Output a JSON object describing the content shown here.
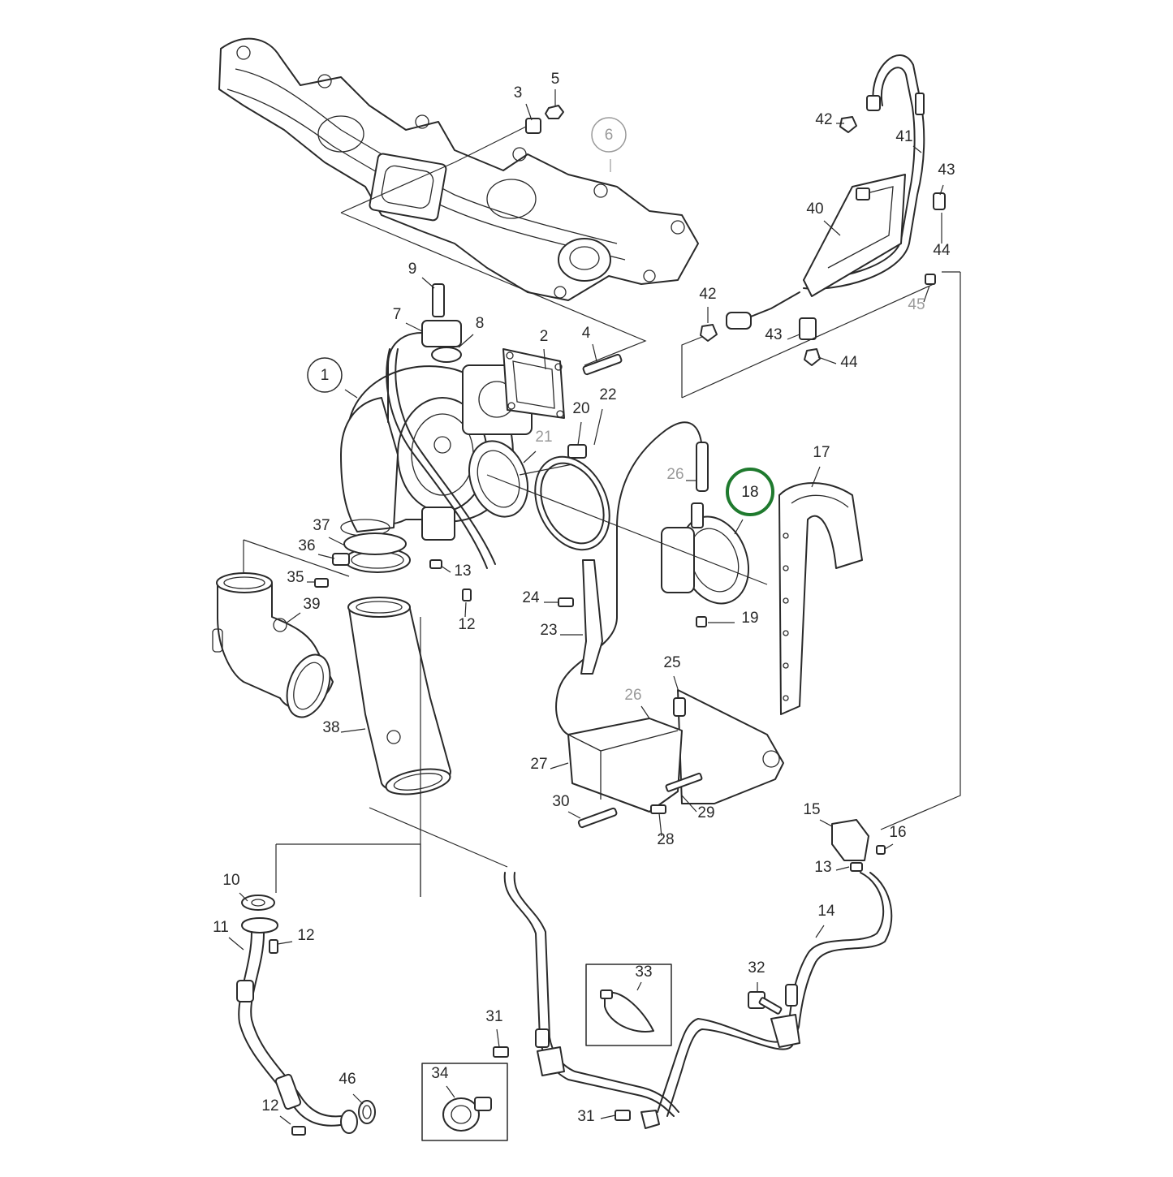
{
  "diagram": {
    "labels": [
      {
        "id": "l1",
        "text": "1",
        "circled": true
      },
      {
        "id": "l2",
        "text": "2"
      },
      {
        "id": "l3",
        "text": "3"
      },
      {
        "id": "l4",
        "text": "4"
      },
      {
        "id": "l5",
        "text": "5"
      },
      {
        "id": "l6",
        "text": "6",
        "circled": true,
        "muted": true
      },
      {
        "id": "l7",
        "text": "7"
      },
      {
        "id": "l8",
        "text": "8"
      },
      {
        "id": "l9",
        "text": "9"
      },
      {
        "id": "l10",
        "text": "10"
      },
      {
        "id": "l11",
        "text": "11"
      },
      {
        "id": "l12a",
        "text": "12"
      },
      {
        "id": "l12b",
        "text": "12"
      },
      {
        "id": "l12c",
        "text": "12"
      },
      {
        "id": "l13a",
        "text": "13"
      },
      {
        "id": "l13b",
        "text": "13"
      },
      {
        "id": "l14",
        "text": "14"
      },
      {
        "id": "l15",
        "text": "15"
      },
      {
        "id": "l16",
        "text": "16"
      },
      {
        "id": "l17",
        "text": "17"
      },
      {
        "id": "l18",
        "text": "18",
        "circled": true,
        "highlight": true
      },
      {
        "id": "l19",
        "text": "19"
      },
      {
        "id": "l20",
        "text": "20"
      },
      {
        "id": "l21",
        "text": "21",
        "muted": true
      },
      {
        "id": "l22",
        "text": "22"
      },
      {
        "id": "l23",
        "text": "23"
      },
      {
        "id": "l24",
        "text": "24"
      },
      {
        "id": "l25",
        "text": "25"
      },
      {
        "id": "l26a",
        "text": "26",
        "muted": true
      },
      {
        "id": "l26b",
        "text": "26",
        "muted": true
      },
      {
        "id": "l27",
        "text": "27"
      },
      {
        "id": "l28",
        "text": "28"
      },
      {
        "id": "l29",
        "text": "29"
      },
      {
        "id": "l30",
        "text": "30"
      },
      {
        "id": "l31a",
        "text": "31"
      },
      {
        "id": "l31b",
        "text": "31"
      },
      {
        "id": "l32",
        "text": "32"
      },
      {
        "id": "l33",
        "text": "33"
      },
      {
        "id": "l34",
        "text": "34"
      },
      {
        "id": "l35",
        "text": "35"
      },
      {
        "id": "l36",
        "text": "36"
      },
      {
        "id": "l37",
        "text": "37"
      },
      {
        "id": "l38",
        "text": "38"
      },
      {
        "id": "l39",
        "text": "39"
      },
      {
        "id": "l40",
        "text": "40"
      },
      {
        "id": "l41",
        "text": "41"
      },
      {
        "id": "l42a",
        "text": "42"
      },
      {
        "id": "l42b",
        "text": "42"
      },
      {
        "id": "l43a",
        "text": "43"
      },
      {
        "id": "l43b",
        "text": "43"
      },
      {
        "id": "l44a",
        "text": "44"
      },
      {
        "id": "l44b",
        "text": "44"
      },
      {
        "id": "l45",
        "text": "45",
        "muted": true
      },
      {
        "id": "l46",
        "text": "46"
      }
    ],
    "colors": {
      "line": "#2a2a2a",
      "muted": "#9a9a9a",
      "highlight": "#1f7a2e",
      "background": "#ffffff"
    }
  }
}
